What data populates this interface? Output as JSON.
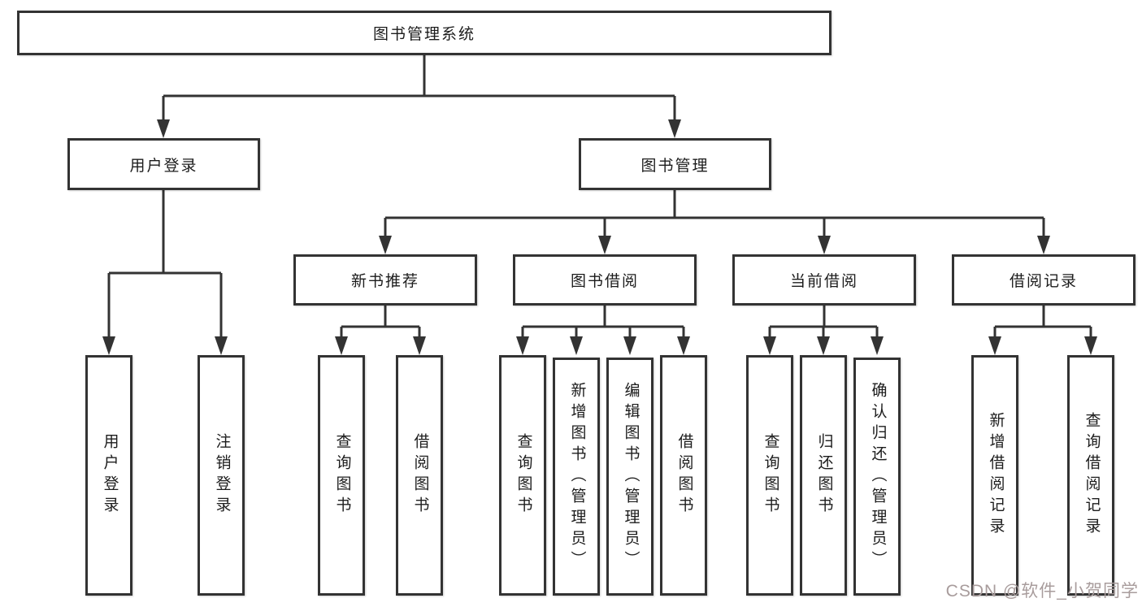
{
  "tree": {
    "label": "图书管理系统",
    "children": [
      {
        "label": "用户登录",
        "children": [
          {
            "label": "用户登录"
          },
          {
            "label": "注销登录"
          }
        ]
      },
      {
        "label": "图书管理",
        "children": [
          {
            "label": "新书推荐",
            "children": [
              {
                "label": "查询图书"
              },
              {
                "label": "借阅图书"
              }
            ]
          },
          {
            "label": "图书借阅",
            "children": [
              {
                "label": "查询图书"
              },
              {
                "label": "新增图书（管理员）"
              },
              {
                "label": "编辑图书（管理员）"
              },
              {
                "label": "借阅图书"
              }
            ]
          },
          {
            "label": "当前借阅",
            "children": [
              {
                "label": "查询图书"
              },
              {
                "label": "归还图书"
              },
              {
                "label": "确认归还（管理员）"
              }
            ]
          },
          {
            "label": "借阅记录",
            "children": [
              {
                "label": "新增借阅记录"
              },
              {
                "label": "查询借阅记录"
              }
            ]
          }
        ]
      }
    ]
  },
  "watermark": {
    "text": "CSDN @软件_小贺同学"
  },
  "colors": {
    "line": "#333333",
    "box_border": "#333333",
    "text": "#1c1c1c",
    "background": "#ffffff",
    "watermark": "#a89c9c"
  }
}
